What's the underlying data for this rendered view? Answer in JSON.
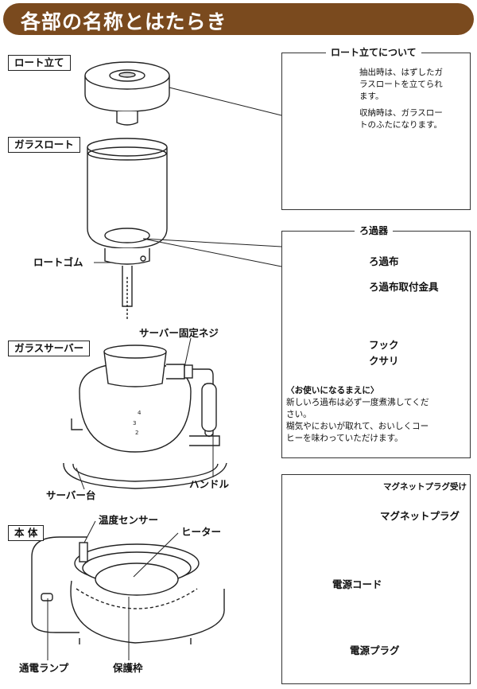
{
  "header": {
    "title": "各部の名称とはたらき"
  },
  "parts": {
    "funnel_stand": "ロート立て",
    "glass_funnel": "ガラスロート",
    "funnel_rubber": "ロートゴム",
    "glass_server": "ガラスサーバー",
    "server_screw": "サーバー固定ネジ",
    "handle": "ハンドル",
    "server_base": "サーバー台",
    "main_body": "本 体",
    "temp_sensor": "温度センサー",
    "heater": "ヒーター",
    "power_lamp": "通電ランプ",
    "guard_frame": "保護枠"
  },
  "server_marks": [
    "4",
    "3",
    "2"
  ],
  "stand_panel": {
    "title": "ロート立てについて",
    "line1a": "抽出時は、はずしたガ",
    "line1b": "ラスロートを立てられ",
    "line1c": "ます。",
    "line2a": "収納時は、ガラスロー",
    "line2b": "トのふたになります。"
  },
  "filter_panel": {
    "title": "ろ過器",
    "cloth": "ろ過布",
    "cloth_fitting": "ろ過布取付金具",
    "hook": "フック",
    "chain": "クサリ",
    "note_title": "〈お使いになるまえに〉",
    "note_l1": "新しいろ過布は必ず一度煮沸してくだ",
    "note_l2": "さい。",
    "note_l3": "糊気やにおいが取れて、おいしくコー",
    "note_l4": "ヒーを味わっていただけます。"
  },
  "power_panel": {
    "magnet_receiver": "マグネットプラグ受け",
    "magnet_plug": "マグネットプラグ",
    "power_cord": "電源コード",
    "power_plug": "電源プラグ"
  }
}
